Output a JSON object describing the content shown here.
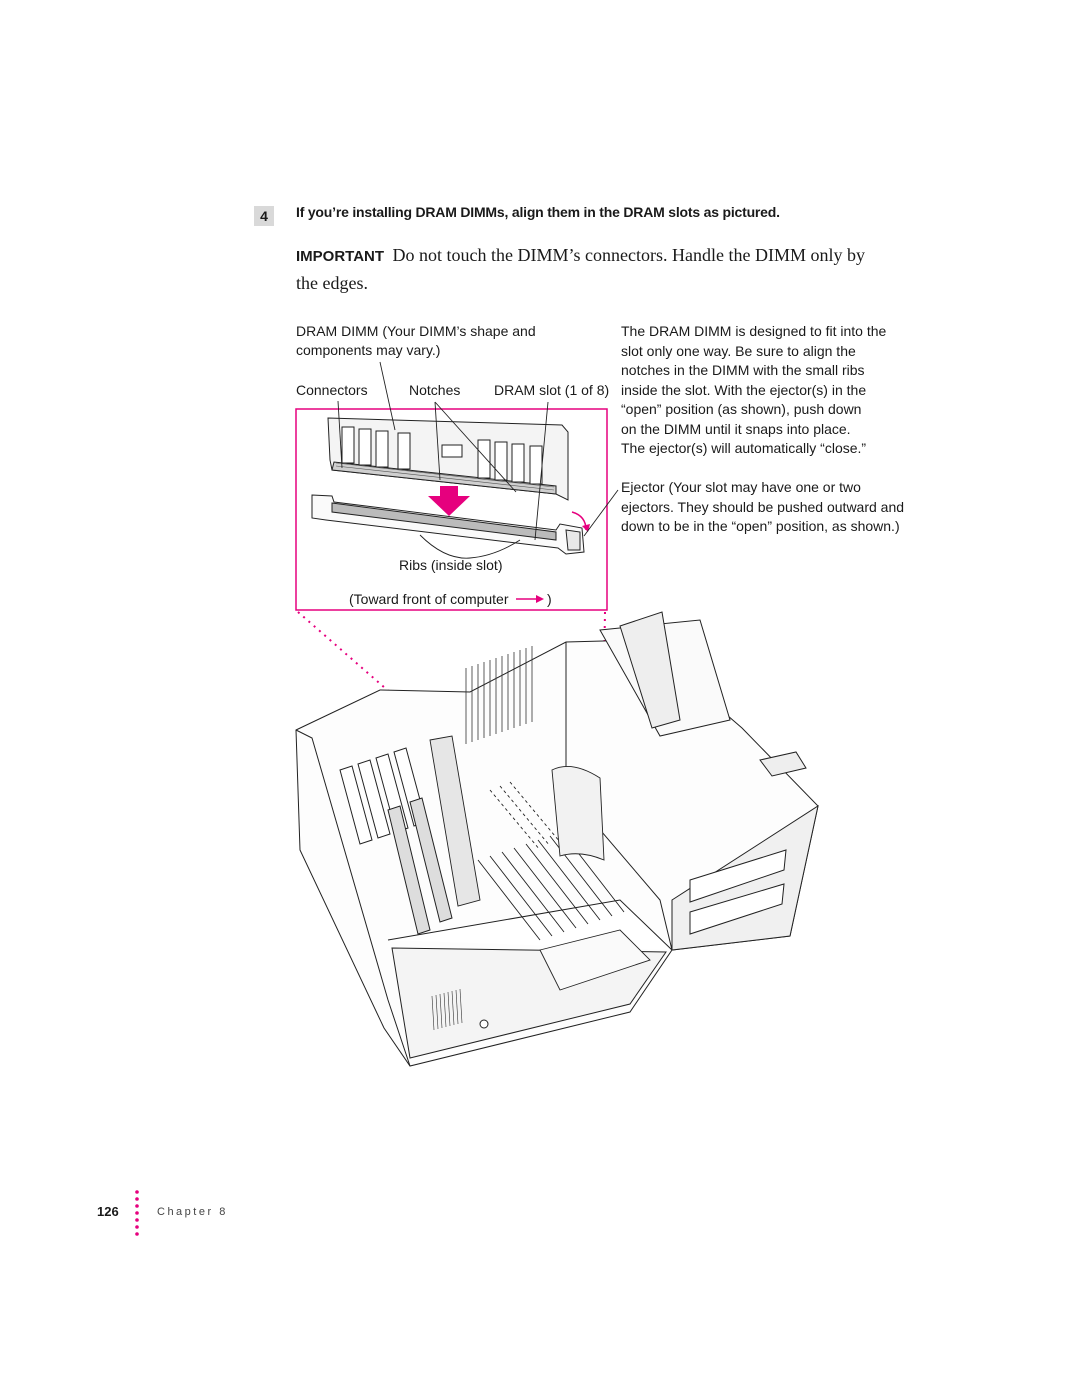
{
  "step": {
    "number": "4",
    "text": "If you’re installing DRAM DIMMs, align them in the DRAM slots as pictured."
  },
  "important": {
    "label": "IMPORTANT",
    "line1": "Do not touch the DIMM’s connectors. Handle the DIMM only by",
    "line2": "the edges."
  },
  "figure": {
    "dimm_label_line1": "DRAM DIMM (Your DIMM’s shape and",
    "dimm_label_line2": "components may vary.)",
    "connectors": "Connectors",
    "notches": "Notches",
    "dram_slot": "DRAM slot (1 of 8)",
    "ribs": "Ribs (inside slot)",
    "toward_front_open": "(Toward front of computer",
    "toward_front_close": ")",
    "accent_color": "#e6007e",
    "description": [
      "The DRAM DIMM is designed to fit into the",
      "slot only one way. Be sure to align the",
      "notches in the DIMM with the small ribs",
      "inside the slot. With the ejector(s) in the",
      "“open” position (as shown), push down",
      "on the DIMM until it snaps into place.",
      "The ejector(s) will automatically “close.”"
    ],
    "ejector": [
      "Ejector (Your slot may have one or two",
      "ejectors. They should be pushed outward and",
      "down to be in the “open” position, as shown.)"
    ]
  },
  "footer": {
    "page_number": "126",
    "chapter": "Chapter 8"
  }
}
